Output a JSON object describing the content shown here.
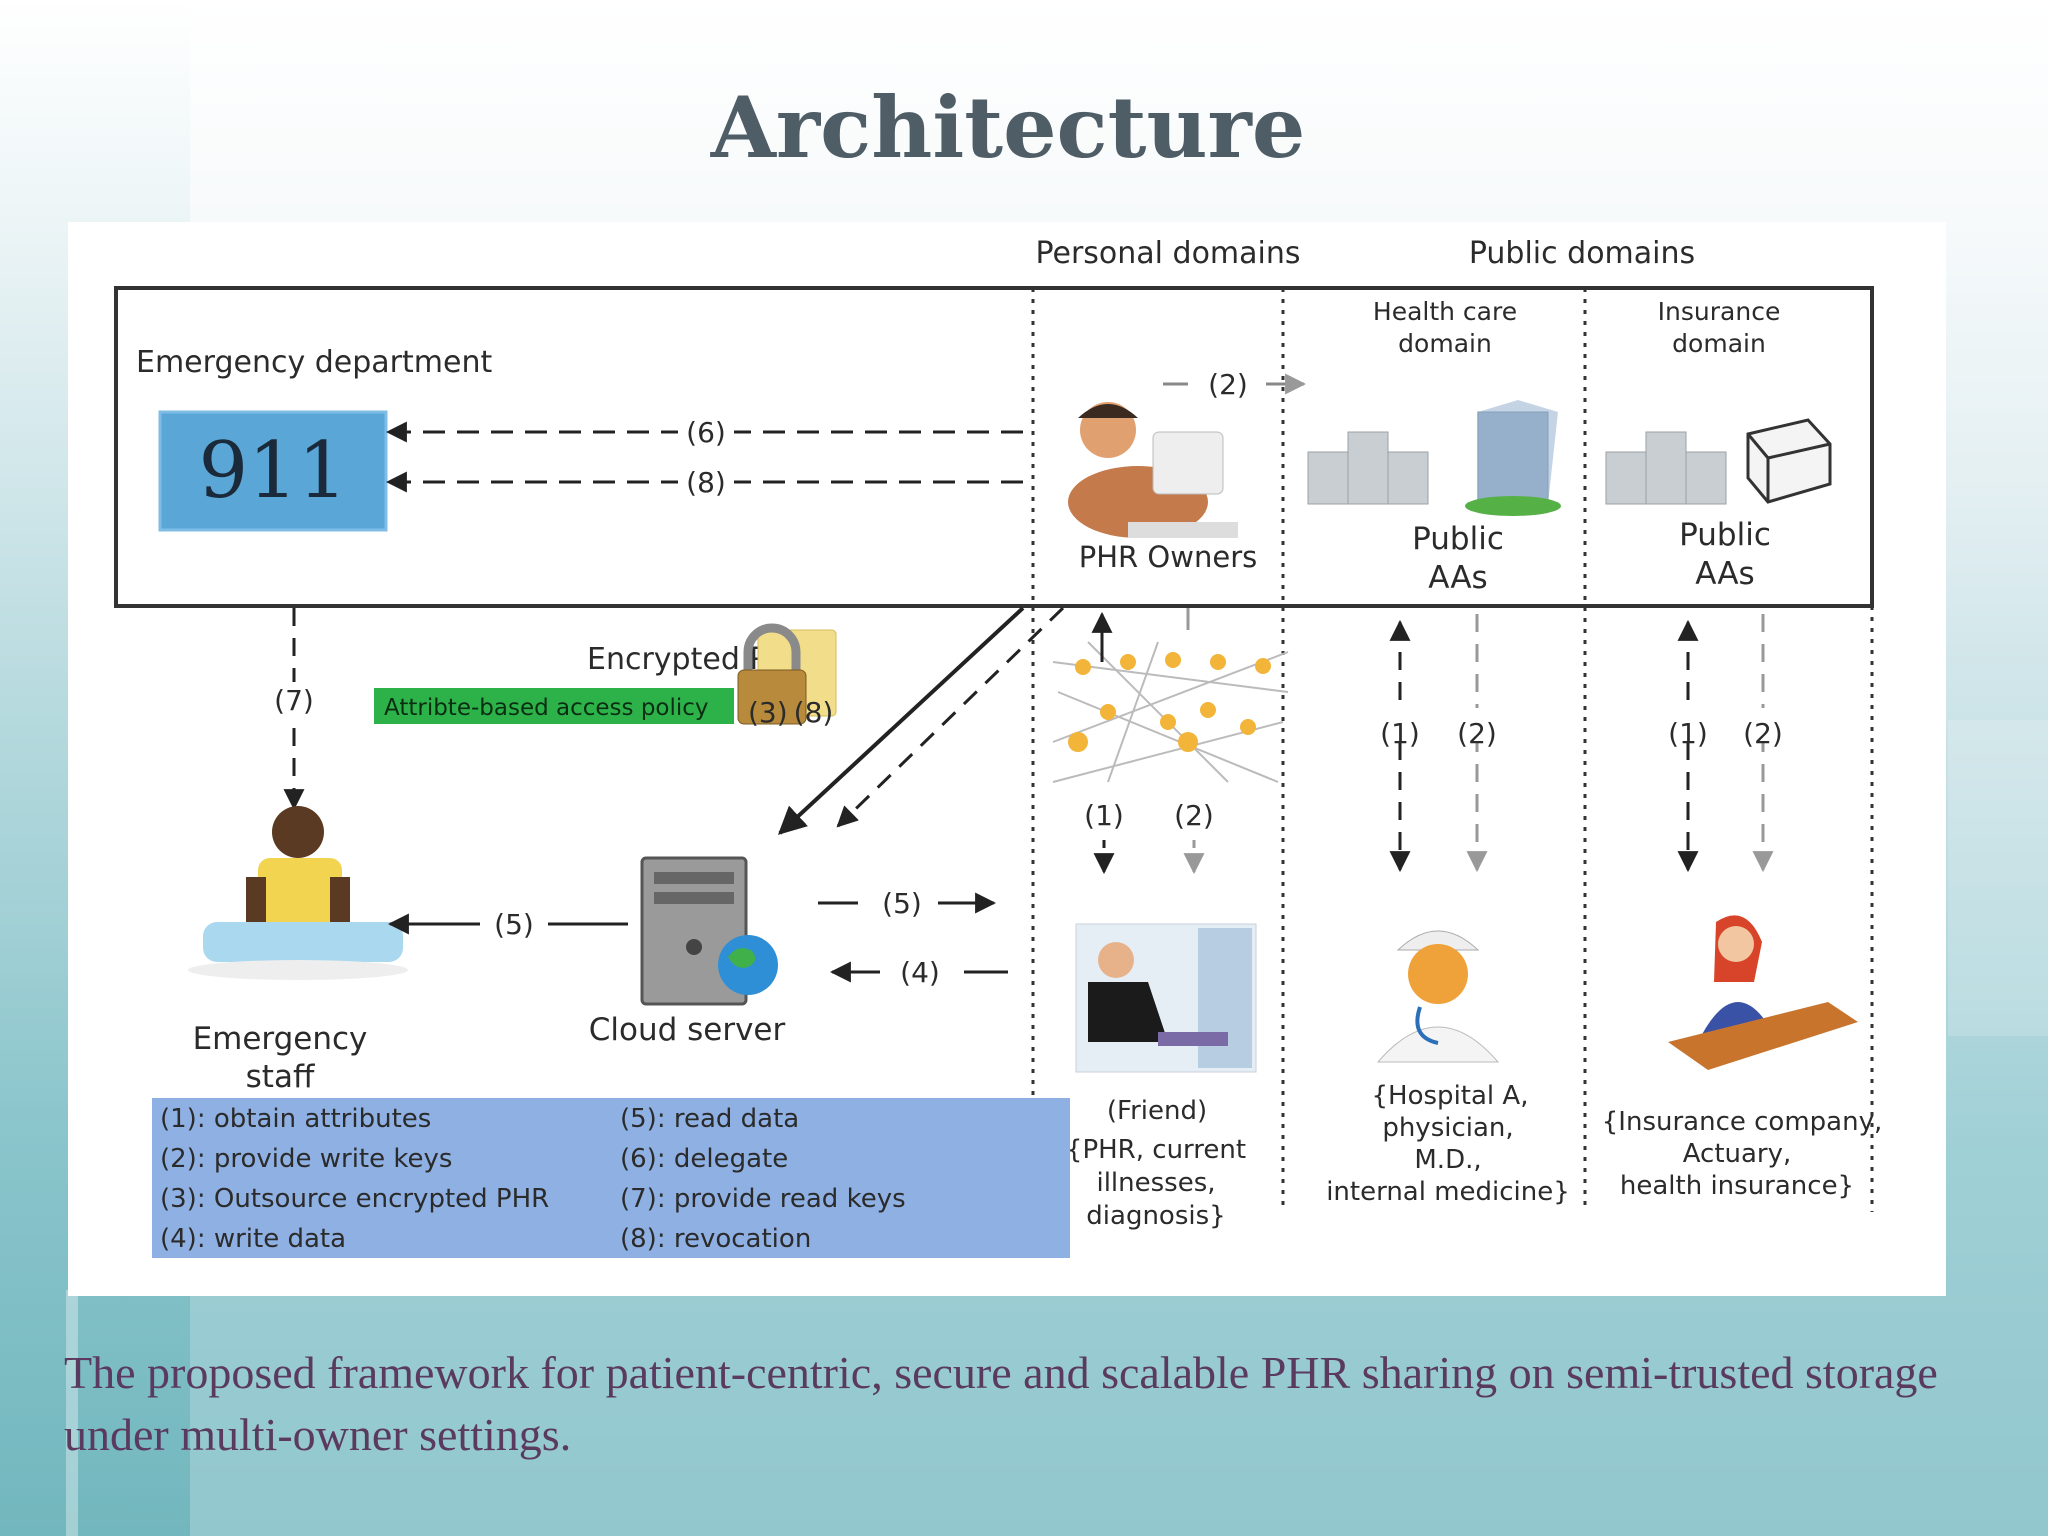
{
  "slide": {
    "title": "Architecture",
    "caption": "The proposed framework for patient-centric, secure and scalable PHR sharing on semi-trusted storage under multi-owner settings."
  },
  "diagram": {
    "headers": {
      "personal": "Personal domains",
      "public": "Public domains"
    },
    "subdomains": {
      "health_line1": "Health care",
      "health_line2": "domain",
      "insurance_line1": "Insurance",
      "insurance_line2": "domain"
    },
    "emergency_department": "Emergency department",
    "sign_911": "911",
    "phr_owners": "PHR Owners",
    "public_aas_line1": "Public",
    "public_aas_line2": "AAs",
    "encrypted_phr": "Encrypted PHR",
    "policy_label": "Attribte-based access policy",
    "emergency_staff_line1": "Emergency",
    "emergency_staff_line2": "staff",
    "cloud_server": "Cloud server",
    "friend": "(Friend)",
    "friend_attr_line1": "{PHR, current",
    "friend_attr_line2": "illnesses,",
    "friend_attr_line3": "diagnosis}",
    "hospital_line1": "{Hospital A,",
    "hospital_line2": "physician,",
    "hospital_line3": "M.D.,",
    "hospital_line4": "internal medicine}",
    "insurance_line1": "{Insurance company,",
    "insurance_line2": "Actuary,",
    "insurance_line3": "health insurance}",
    "steps": {
      "s1": "(1)",
      "s2": "(2)",
      "s3": "(3)",
      "s4": "(4)",
      "s5": "(5)",
      "s6": "(6)",
      "s7": "(7)",
      "s8": "(8)"
    },
    "legend": [
      "(1): obtain attributes",
      "(2): provide write keys",
      "(3): Outsource encrypted PHR",
      "(4): write data",
      "(5): read data",
      "(6): delegate",
      "(7): provide read keys",
      "(8): revocation"
    ]
  },
  "colors": {
    "legend_bg": "#8fb0e3",
    "policy_bg": "#2db24a",
    "sign_bg": "#5aa6d6",
    "title": "#4f5d67",
    "caption": "#5a3a5e"
  }
}
